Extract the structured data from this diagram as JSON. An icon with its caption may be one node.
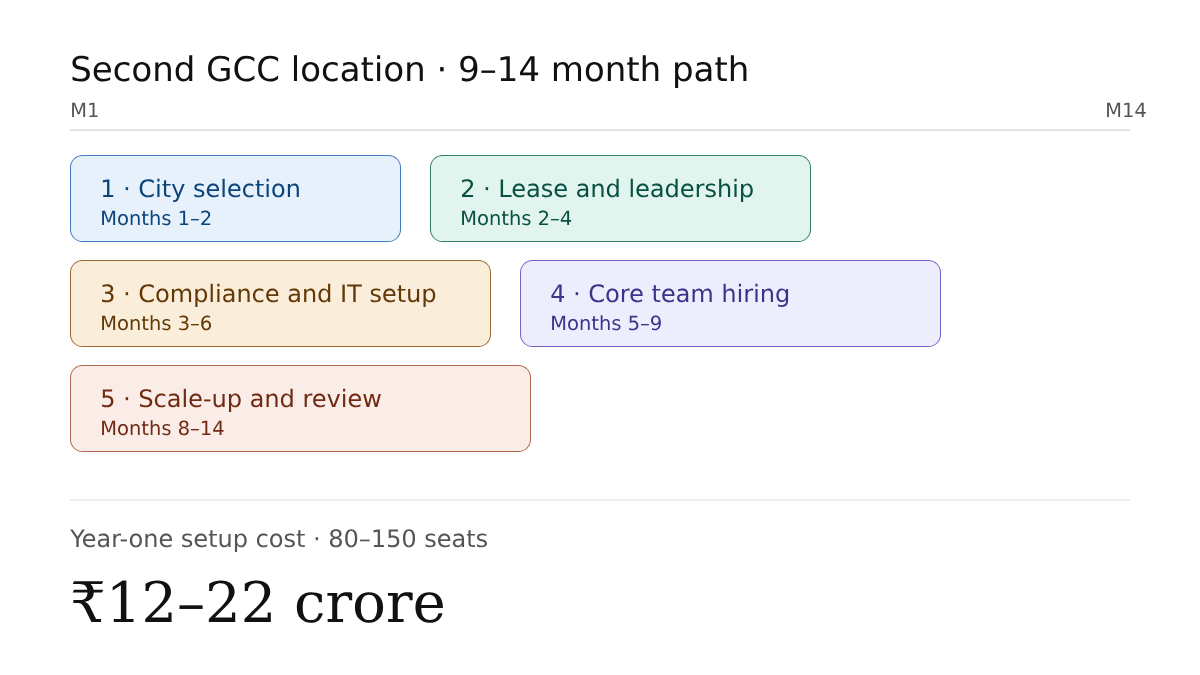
{
  "diagram": {
    "title": "Second GCC location · 9–14 month path",
    "nodes": [
      {
        "text": [
          "1 · City selection",
          "Months 1–2"
        ]
      },
      {
        "text": [
          "2 · Lease and leadership",
          "Months 2–4"
        ]
      },
      {
        "text": [
          "3 · Compliance and IT setup",
          "Months 3–6"
        ]
      },
      {
        "text": [
          "4 · Core team hiring",
          "Months 5–9"
        ]
      },
      {
        "text": [
          "5 · Scale-up and review",
          "Months 8–14"
        ]
      }
    ],
    "labels": [
      "M1",
      "M14",
      "Year-one setup cost · 80–150 seats",
      "₹12–22 crore"
    ]
  }
}
